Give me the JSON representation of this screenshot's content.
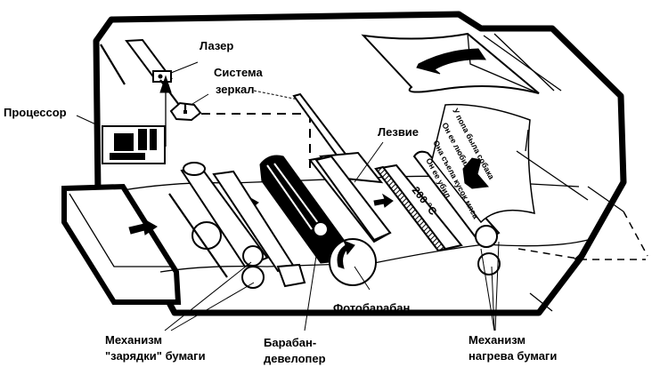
{
  "diagram": {
    "subject": "laser-printer",
    "labels": {
      "laser": "Лазер",
      "mirror_system_line1": "Система",
      "mirror_system_line2": "зеркал",
      "processor": "Процессор",
      "blade": "Лезвие",
      "photodrum": "Фотобарабан",
      "paper_feed_line1": "Механизм",
      "paper_feed_line2": "\"зарядки\" бумаги",
      "developer_drum_line1": "Барабан-",
      "developer_drum_line2": "девелопер",
      "fuser_line1": "Механизм",
      "fuser_line2": "нагрева бумаги"
    },
    "heater_marking": "200 °C",
    "printed_page_lines": [
      "У попа была собака",
      "Он ее любил",
      "Она съела кусок мяса",
      "Он ее убил"
    ]
  }
}
